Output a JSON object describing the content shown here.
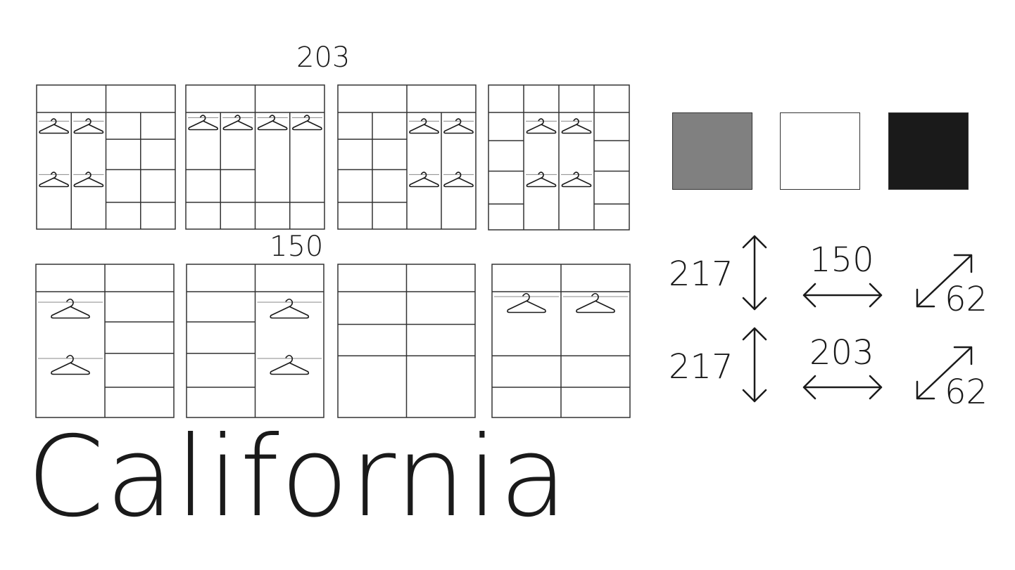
{
  "brand": "California",
  "size_labels": {
    "row_top": "203",
    "row_bottom": "150"
  },
  "wardrobes": [
    {
      "size": "203",
      "columns": [
        {
          "hanger": true,
          "shelves": []
        },
        {
          "hanger": true,
          "shelves": []
        },
        {
          "hanger": false,
          "shelves": [
            0.23,
            0.49,
            0.77
          ]
        },
        {
          "hanger": false,
          "shelves": [
            0.23,
            0.49,
            0.77
          ]
        }
      ]
    },
    {
      "size": "203",
      "columns": [
        {
          "hanger": true,
          "shelves": [
            0.49,
            0.77
          ]
        },
        {
          "hanger": true,
          "shelves": [
            0.49,
            0.77
          ]
        },
        {
          "hanger": true,
          "shelves": [
            0.77
          ]
        },
        {
          "hanger": true,
          "shelves": [
            0.77
          ]
        }
      ]
    },
    {
      "size": "203",
      "columns": [
        {
          "hanger": false,
          "shelves": [
            0.23,
            0.49,
            0.77
          ]
        },
        {
          "hanger": false,
          "shelves": [
            0.23,
            0.49,
            0.77
          ]
        },
        {
          "hanger": true,
          "shelves": []
        },
        {
          "hanger": true,
          "shelves": []
        }
      ]
    },
    {
      "size": "203",
      "columns": [
        {
          "hanger": false,
          "shelves": [
            0.24,
            0.5,
            0.78
          ]
        },
        {
          "hanger": true,
          "shelves": []
        },
        {
          "hanger": true,
          "shelves": []
        },
        {
          "hanger": false,
          "shelves": [
            0.24,
            0.5,
            0.78
          ]
        }
      ]
    },
    {
      "size": "150",
      "columns": [
        {
          "hanger": true,
          "shelves": []
        },
        {
          "hanger": false,
          "shelves": [
            0.24,
            0.49,
            0.76
          ]
        }
      ]
    },
    {
      "size": "150",
      "columns": [
        {
          "hanger": false,
          "shelves": [
            0.24,
            0.49,
            0.76
          ]
        },
        {
          "hanger": true,
          "shelves": []
        }
      ]
    },
    {
      "size": "150",
      "columns": [
        {
          "hanger": false,
          "shelves": [
            0.26,
            0.51
          ]
        },
        {
          "hanger": false,
          "shelves": [
            0.26,
            0.51
          ]
        }
      ]
    },
    {
      "size": "150",
      "columns": [
        {
          "hanger": true,
          "shelves": [
            0.51,
            0.76
          ]
        },
        {
          "hanger": true,
          "shelves": [
            0.51,
            0.76
          ]
        }
      ]
    }
  ],
  "swatches": [
    {
      "name": "grey",
      "color": "#808080"
    },
    {
      "name": "white",
      "color": "#ffffff"
    },
    {
      "name": "black",
      "color": "#1a1a1a"
    }
  ],
  "dimensions": [
    {
      "height": "217",
      "width": "150",
      "depth": "62"
    },
    {
      "height": "217",
      "width": "203",
      "depth": "62"
    }
  ]
}
